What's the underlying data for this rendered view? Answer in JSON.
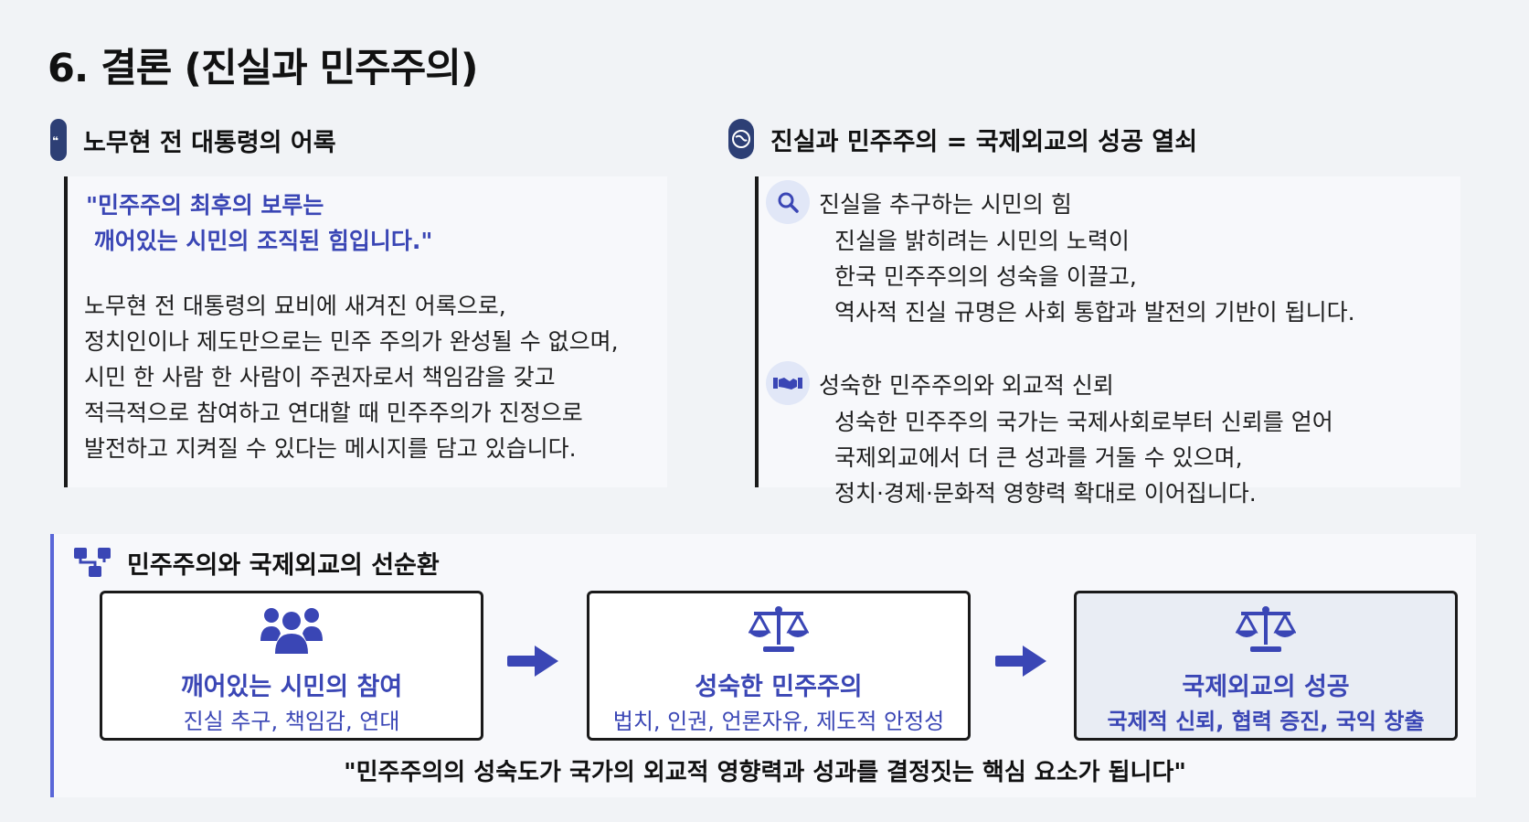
{
  "title": "6. 결론 (진실과 민주주의)",
  "left_section": {
    "heading": "노무현 전 대통령의 어록",
    "icon": "quote-icon",
    "quote_line1": "\"민주주의 최후의 보루는",
    "quote_line2": " 깨어있는 시민의 조직된 힘입니다.\"",
    "paragraph": [
      "노무현 전 대통령의 묘비에 새겨진 어록으로,",
      "정치인이나 제도만으로는 민주 주의가 완성될 수 없으며,",
      "시민 한 사람 한 사람이 주권자로서 책임감을 갖고",
      "적극적으로 참여하고 연대할 때 민주주의가 진정으로",
      "발전하고 지켜질 수 있다는 메시지를 담고 있습니다."
    ]
  },
  "right_section": {
    "heading": "진실과 민주주의 = 국제외교의 성공 열쇠",
    "icon": "globe-icon",
    "items": [
      {
        "icon": "search-icon",
        "head": "진실을 추구하는 시민의 힘",
        "lines": [
          "진실을 밝히려는 시민의 노력이",
          "한국 민주주의의 성숙을 이끌고,",
          "역사적 진실 규명은 사회 통합과 발전의 기반이 됩니다."
        ]
      },
      {
        "icon": "handshake-icon",
        "head": "성숙한 민주주의와 외교적 신뢰",
        "lines": [
          "성숙한 민주주의 국가는 국제사회로부터 신뢰를 얻어",
          "국제외교에서 더 큰 성과를 거둘 수 있으며,",
          "정치·경제·문화적 영향력 확대로 이어집니다."
        ]
      }
    ]
  },
  "cycle": {
    "heading": "민주주의와 국제외교의 선순환",
    "icon": "sitemap-icon",
    "boxes": [
      {
        "icon": "users-icon",
        "title": "깨어있는 시민의 참여",
        "subtitle": "진실 추구, 책임감, 연대"
      },
      {
        "icon": "balance-scale-icon",
        "title": "성숙한 민주주의",
        "subtitle": "법치, 인권, 언론자유, 제도적 안정성"
      },
      {
        "icon": "balance-scale-icon",
        "title": "국제외교의 성공",
        "subtitle": "국제적 신뢰, 협력 증진, 국익 창출"
      }
    ],
    "closing": "\"민주주의의 성숙도가 국가의 외교적 영향력과 성과를 결정짓는 핵심 요소가 됩니다\""
  },
  "colors": {
    "accent": "#3a46b5",
    "icon_dark": "#2d3f75",
    "bubble": "#e1e7f7"
  }
}
